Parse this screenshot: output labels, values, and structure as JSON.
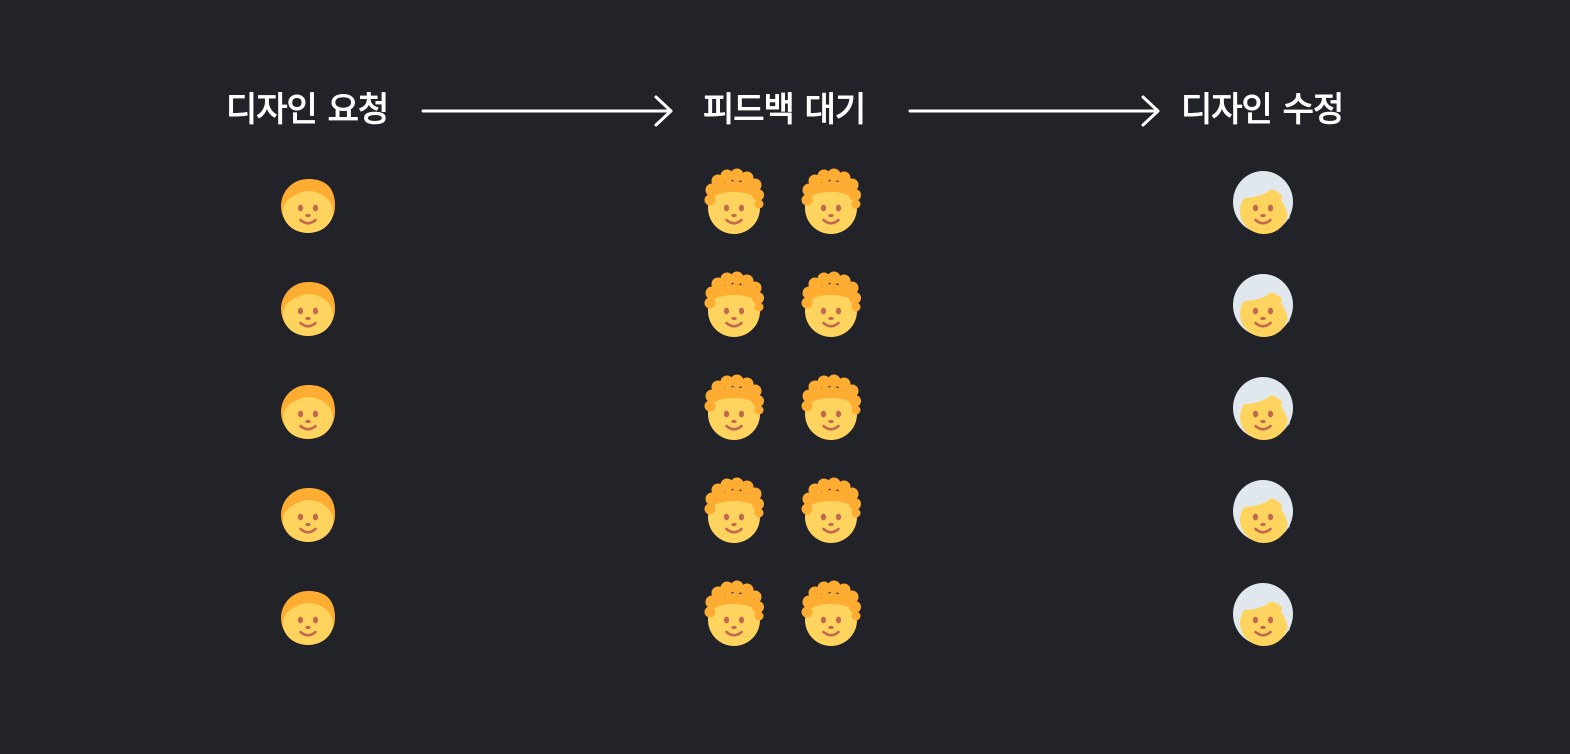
{
  "diagram": {
    "background": "#212328",
    "text_color": "#ffffff",
    "stages": [
      {
        "label": "디자인 요청",
        "face": "child-face-icon",
        "count": 5,
        "columns": 1
      },
      {
        "label": "피드백 대기",
        "face": "curly-hair-face-icon",
        "count": 10,
        "columns": 2
      },
      {
        "label": "디자인 수정",
        "face": "white-hair-face-icon",
        "count": 5,
        "columns": 1
      }
    ],
    "arrows": [
      {
        "from": "디자인 요청",
        "to": "피드백 대기"
      },
      {
        "from": "피드백 대기",
        "to": "디자인 수정"
      }
    ],
    "colors": {
      "skin": "#FFD45E",
      "orange_hair": "#FFAC33",
      "white_hair": "#E1E8ED",
      "features": "#C1694F"
    }
  }
}
